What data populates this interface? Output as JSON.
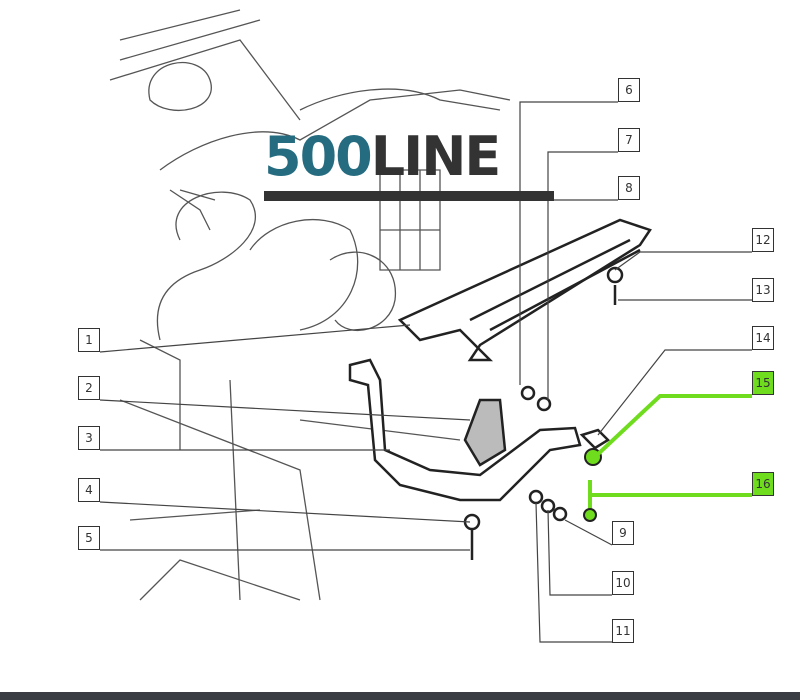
{
  "logo": {
    "part1": "500",
    "part2": "LINE"
  },
  "callouts": {
    "c1": "1",
    "c2": "2",
    "c3": "3",
    "c4": "4",
    "c5": "5",
    "c6": "6",
    "c7": "7",
    "c8": "8",
    "c9": "9",
    "c10": "10",
    "c11": "11",
    "c12": "12",
    "c13": "13",
    "c14": "14",
    "c15": "15",
    "c16": "16"
  },
  "highlighted": [
    "15",
    "16"
  ],
  "colors": {
    "highlight": "#6fdc1e",
    "logo_blue": "#256c80",
    "logo_dark": "#333333"
  }
}
